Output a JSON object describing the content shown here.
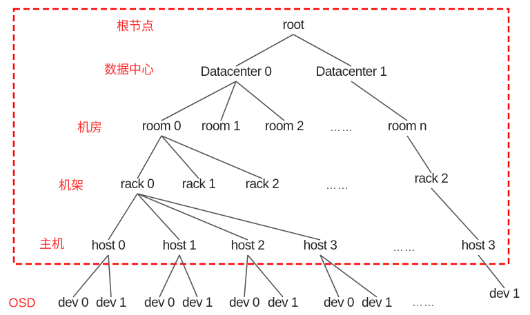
{
  "diagram": {
    "title": "Ceph CRUSH map hierarchy",
    "colors": {
      "label": "#ff2a2a",
      "text": "#222222",
      "line": "#555555",
      "boundary": "#ff0000"
    },
    "level_labels": [
      {
        "id": "lvl-root",
        "text": "根节点"
      },
      {
        "id": "lvl-dc",
        "text": "数据中心"
      },
      {
        "id": "lvl-room",
        "text": "机房"
      },
      {
        "id": "lvl-rack",
        "text": "机架"
      },
      {
        "id": "lvl-host",
        "text": "主机"
      },
      {
        "id": "lvl-osd",
        "text": "OSD"
      }
    ],
    "nodes": [
      {
        "id": "root",
        "text": "root"
      },
      {
        "id": "dc0",
        "text": "Datacenter 0"
      },
      {
        "id": "dc1",
        "text": "Datacenter 1"
      },
      {
        "id": "room0",
        "text": "room 0"
      },
      {
        "id": "room1",
        "text": "room 1"
      },
      {
        "id": "room2",
        "text": "room 2"
      },
      {
        "id": "roomn",
        "text": "room n"
      },
      {
        "id": "rack0",
        "text": "rack 0"
      },
      {
        "id": "rack1",
        "text": "rack 1"
      },
      {
        "id": "rack2a",
        "text": "rack 2"
      },
      {
        "id": "rack2b",
        "text": "rack 2"
      },
      {
        "id": "host0",
        "text": "host 0"
      },
      {
        "id": "host1",
        "text": "host 1"
      },
      {
        "id": "host2",
        "text": "host 2"
      },
      {
        "id": "host3a",
        "text": "host 3"
      },
      {
        "id": "host3b",
        "text": "host 3"
      },
      {
        "id": "h0d0",
        "text": "dev 0"
      },
      {
        "id": "h0d1",
        "text": "dev 1"
      },
      {
        "id": "h1d0",
        "text": "dev 0"
      },
      {
        "id": "h1d1",
        "text": "dev 1"
      },
      {
        "id": "h2d0",
        "text": "dev 0"
      },
      {
        "id": "h2d1",
        "text": "dev 1"
      },
      {
        "id": "h3d0",
        "text": "dev 0"
      },
      {
        "id": "h3d1",
        "text": "dev 1"
      },
      {
        "id": "h3bd1",
        "text": "dev 1"
      }
    ],
    "ellipses": [
      {
        "id": "dots-room",
        "text": "……"
      },
      {
        "id": "dots-rack",
        "text": "……"
      },
      {
        "id": "dots-host",
        "text": "……"
      },
      {
        "id": "dots-osd",
        "text": "……"
      }
    ],
    "edges": [
      [
        "root",
        "dc0"
      ],
      [
        "root",
        "dc1"
      ],
      [
        "dc0",
        "room0"
      ],
      [
        "dc0",
        "room1"
      ],
      [
        "dc0",
        "room2"
      ],
      [
        "dc1",
        "roomn"
      ],
      [
        "room0",
        "rack0"
      ],
      [
        "room0",
        "rack1"
      ],
      [
        "room0",
        "rack2a"
      ],
      [
        "roomn",
        "rack2b"
      ],
      [
        "rack0",
        "host0"
      ],
      [
        "rack0",
        "host1"
      ],
      [
        "rack0",
        "host2"
      ],
      [
        "rack0",
        "host3a"
      ],
      [
        "rack2b",
        "host3b"
      ],
      [
        "host0",
        "h0d0"
      ],
      [
        "host0",
        "h0d1"
      ],
      [
        "host1",
        "h1d0"
      ],
      [
        "host1",
        "h1d1"
      ],
      [
        "host2",
        "h2d0"
      ],
      [
        "host2",
        "h2d1"
      ],
      [
        "host3a",
        "h3d0"
      ],
      [
        "host3a",
        "h3d1"
      ],
      [
        "host3b",
        "h3bd1"
      ]
    ]
  }
}
